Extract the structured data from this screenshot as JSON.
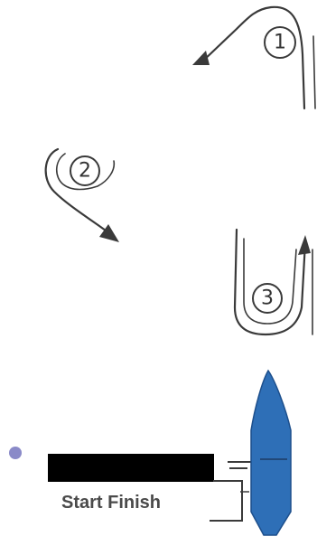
{
  "diagram": {
    "markers": [
      {
        "id": "1",
        "label": "1"
      },
      {
        "id": "2",
        "label": "2"
      },
      {
        "id": "3",
        "label": "3"
      }
    ],
    "start_finish_label": "Start Finish",
    "redaction_color": "#000000",
    "boat_color": "#2e6fb7",
    "dot_color": "#8a8ac8",
    "line_color": "#3a3a3a"
  }
}
